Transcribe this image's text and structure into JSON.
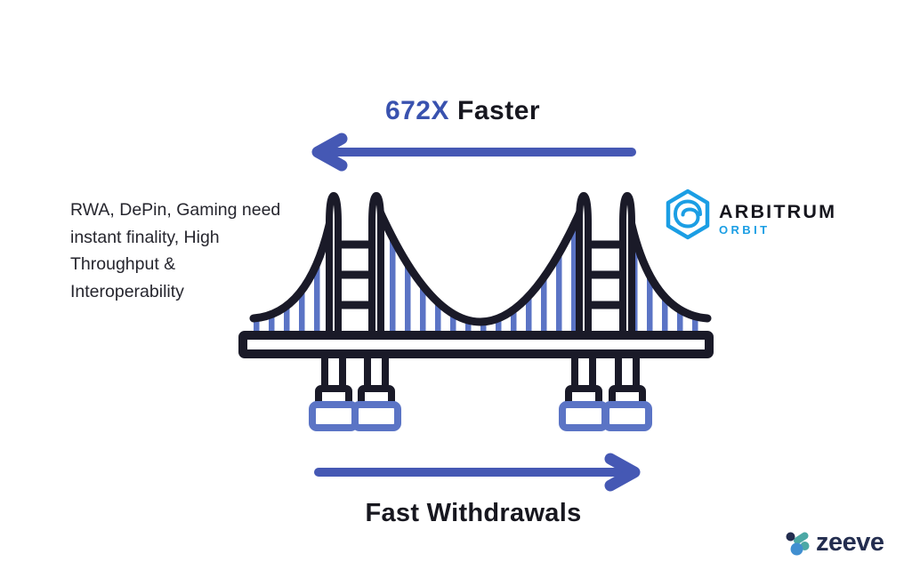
{
  "colors": {
    "background": "#ffffff",
    "title_blue": "#3952af",
    "arrow_blue": "#4558b4",
    "bridge_outline": "#1a1a28",
    "bridge_blue": "#5b74c5",
    "arbitrum_cyan": "#1b9ee4",
    "zeeve_navy": "#232d4f",
    "zeeve_teal": "#4ba8a5",
    "zeeve_blue": "#418fd0",
    "text_dark": "#26262e"
  },
  "header": {
    "highlight": "672X",
    "rest": "Faster"
  },
  "left_note": {
    "text": "RWA, DePin, Gaming need instant finality, High Throughput & Interoperability"
  },
  "arbitrum_logo": {
    "name": "ARBITRUM",
    "subtitle": "ORBIT"
  },
  "bottom_caption": {
    "label": "Fast Withdrawals"
  },
  "footer_brand": {
    "name": "zeeve"
  },
  "icons": {
    "top_arrow": "arrow-left",
    "bottom_arrow": "arrow-right",
    "bridge": "suspension-bridge-illustration",
    "arbitrum_mark": "hexagon-orbit-swirl",
    "zeeve_mark": "three-node-molecule"
  }
}
